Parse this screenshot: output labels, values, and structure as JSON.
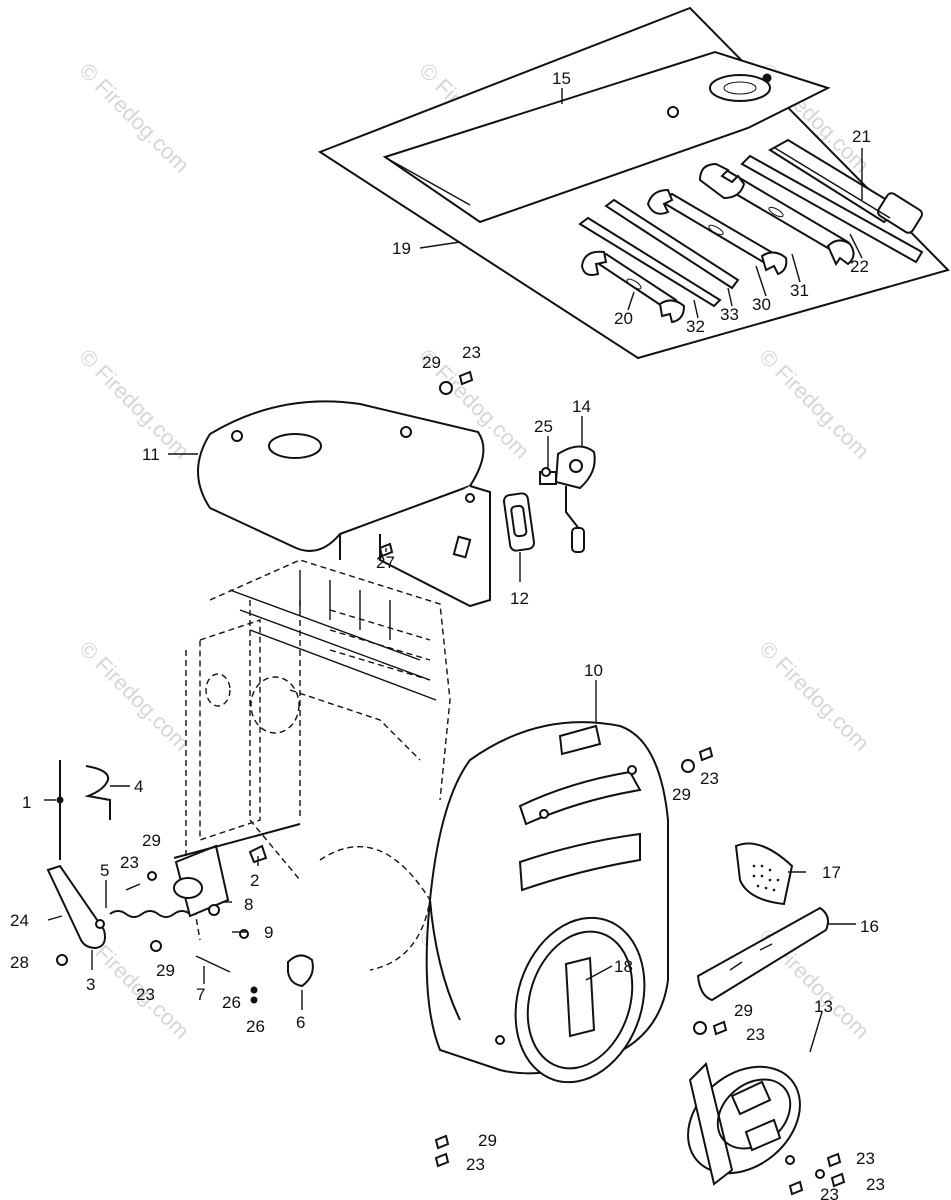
{
  "watermark": "© Firedog.com",
  "colors": {
    "line": "#111111",
    "background": "#ffffff",
    "watermark": "#d6d6d6"
  },
  "callouts": {
    "c1": "1",
    "c2": "2",
    "c3": "3",
    "c4": "4",
    "c5": "5",
    "c6": "6",
    "c7": "7",
    "c8": "8",
    "c9": "9",
    "c10": "10",
    "c11": "11",
    "c12": "12",
    "c13": "13",
    "c14": "14",
    "c15": "15",
    "c16": "16",
    "c17": "17",
    "c18": "18",
    "c19": "19",
    "c20": "20",
    "c21": "21",
    "c22": "22",
    "c23": "23",
    "c24": "24",
    "c25": "25",
    "c26": "26",
    "c27": "27",
    "c28": "28",
    "c29": "29",
    "c30": "30",
    "c31": "31",
    "c32": "32",
    "c33": "33"
  }
}
